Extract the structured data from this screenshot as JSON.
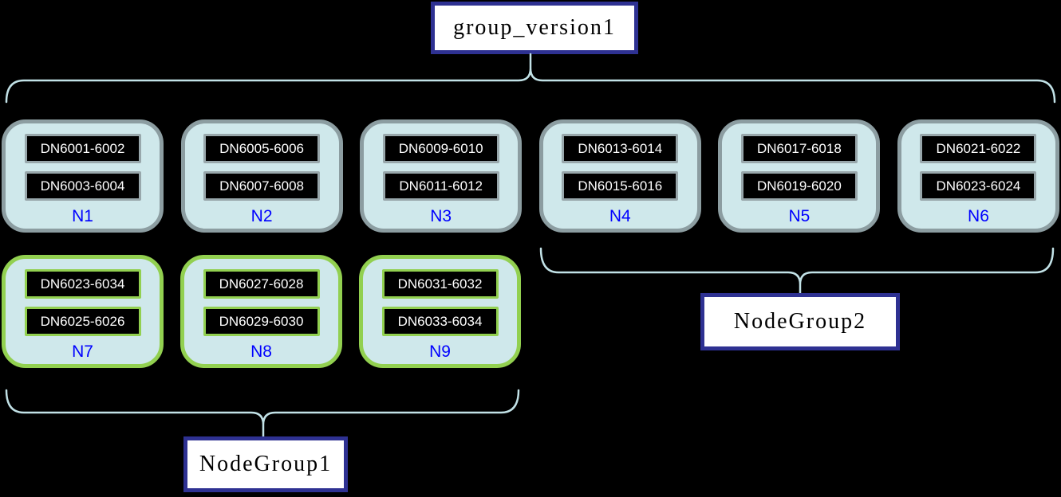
{
  "diagram": {
    "title": "group_version1",
    "groups": [
      {
        "label": "NodeGroup1",
        "members": [
          "N7",
          "N8",
          "N9"
        ]
      },
      {
        "label": "NodeGroup2",
        "members": [
          "N4",
          "N5",
          "N6"
        ]
      }
    ]
  },
  "nodes": [
    {
      "id": "N1",
      "dns": [
        "DN6001-6002",
        "DN6003-6004"
      ],
      "border": "gray"
    },
    {
      "id": "N2",
      "dns": [
        "DN6005-6006",
        "DN6007-6008"
      ],
      "border": "gray"
    },
    {
      "id": "N3",
      "dns": [
        "DN6009-6010",
        "DN6011-6012"
      ],
      "border": "gray"
    },
    {
      "id": "N4",
      "dns": [
        "DN6013-6014",
        "DN6015-6016"
      ],
      "border": "gray"
    },
    {
      "id": "N5",
      "dns": [
        "DN6017-6018",
        "DN6019-6020"
      ],
      "border": "gray"
    },
    {
      "id": "N6",
      "dns": [
        "DN6021-6022",
        "DN6023-6024"
      ],
      "border": "gray"
    },
    {
      "id": "N7",
      "dns": [
        "DN6023-6034",
        "DN6025-6026"
      ],
      "border": "green"
    },
    {
      "id": "N8",
      "dns": [
        "DN6027-6028",
        "DN6029-6030"
      ],
      "border": "green"
    },
    {
      "id": "N9",
      "dns": [
        "DN6031-6032",
        "DN6033-6034"
      ],
      "border": "green"
    }
  ],
  "colors": {
    "background": "#000000",
    "node_fill": "#cfe8eb",
    "node_border_gray": "#8c9da1",
    "node_border_green": "#92d050",
    "dn_box_fill": "#000000",
    "dn_text": "#ffffff",
    "node_label_text": "#0000ff",
    "label_box_fill": "#ffffff",
    "label_box_border": "#2e3192",
    "brace_line": "#c2e2e7"
  }
}
